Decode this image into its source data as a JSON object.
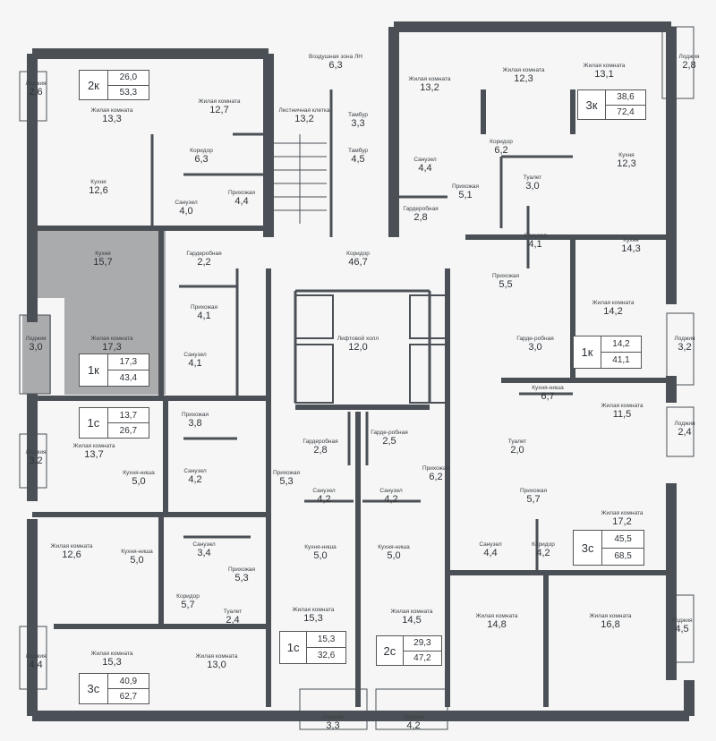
{
  "colors": {
    "wall": "#4b5056",
    "floor": "#ffffff",
    "highlight": "#a9abad",
    "background": "#f6f6f6"
  },
  "rooms": [
    {
      "name": "Лоджия",
      "area": "2,6"
    },
    {
      "name": "Жилая комната",
      "area": "13,3"
    },
    {
      "name": "Жилая комната",
      "area": "12,7"
    },
    {
      "name": "Коридор",
      "area": "6,3"
    },
    {
      "name": "Кухня",
      "area": "12,6"
    },
    {
      "name": "Санузел",
      "area": "4,0"
    },
    {
      "name": "Прихожая",
      "area": "4,4"
    },
    {
      "name": "Воздушная зона ЛН",
      "area": "6,3"
    },
    {
      "name": "Лестничная клетка",
      "area": "13,2"
    },
    {
      "name": "Тамбур",
      "area": "3,3"
    },
    {
      "name": "Тамбур",
      "area": "4,5"
    },
    {
      "name": "Коридор",
      "area": "46,7"
    },
    {
      "name": "Лифтовой холл",
      "area": "12,0"
    },
    {
      "name": "Жилая комната",
      "area": "13,2"
    },
    {
      "name": "Жилая комната",
      "area": "12,3"
    },
    {
      "name": "Жилая комната",
      "area": "13,1"
    },
    {
      "name": "Лоджия",
      "area": "2,8"
    },
    {
      "name": "Коридор",
      "area": "6,2"
    },
    {
      "name": "Санузел",
      "area": "4,4"
    },
    {
      "name": "Прихожая",
      "area": "5,1"
    },
    {
      "name": "Туалет",
      "area": "3,0"
    },
    {
      "name": "Кухня",
      "area": "12,3"
    },
    {
      "name": "Гардеробная",
      "area": "2,8"
    },
    {
      "name": "Санузел",
      "area": "4,1"
    },
    {
      "name": "Кухня",
      "area": "14,3"
    },
    {
      "name": "Прихожая",
      "area": "5,5"
    },
    {
      "name": "Жилая комната",
      "area": "14,2"
    },
    {
      "name": "Гарде-робная",
      "area": "3,0"
    },
    {
      "name": "Лоджия",
      "area": "3,2"
    },
    {
      "name": "Кухня",
      "area": "15,7"
    },
    {
      "name": "Гардеробная",
      "area": "2,2"
    },
    {
      "name": "Прихожая",
      "area": "4,1"
    },
    {
      "name": "Жилая комната",
      "area": "17,3"
    },
    {
      "name": "Санузел",
      "area": "4,1"
    },
    {
      "name": "Лоджия",
      "area": "3,0"
    },
    {
      "name": "Прихожая",
      "area": "3,8"
    },
    {
      "name": "Жилая комната",
      "area": "13,7"
    },
    {
      "name": "Кухня-ниша",
      "area": "5,0"
    },
    {
      "name": "Санузел",
      "area": "4,2"
    },
    {
      "name": "Лоджия",
      "area": "3,2"
    },
    {
      "name": "Жилая комната",
      "area": "12,6"
    },
    {
      "name": "Кухня-ниша",
      "area": "5,0"
    },
    {
      "name": "Санузел",
      "area": "3,4"
    },
    {
      "name": "Прихожая",
      "area": "5,3"
    },
    {
      "name": "Коридор",
      "area": "5,7"
    },
    {
      "name": "Туалет",
      "area": "2,4"
    },
    {
      "name": "Жилая комната",
      "area": "15,3"
    },
    {
      "name": "Жилая комната",
      "area": "13,0"
    },
    {
      "name": "Лоджия",
      "area": "4,4"
    },
    {
      "name": "Гардеробная",
      "area": "2,8"
    },
    {
      "name": "Гарде-робная",
      "area": "2,5"
    },
    {
      "name": "Прихожая",
      "area": "5,3"
    },
    {
      "name": "Прихожая",
      "area": "6,2"
    },
    {
      "name": "Санузел",
      "area": "4,2"
    },
    {
      "name": "Санузел",
      "area": "4,2"
    },
    {
      "name": "Кухня-ниша",
      "area": "5,0"
    },
    {
      "name": "Кухня-ниша",
      "area": "5,0"
    },
    {
      "name": "Жилая комната",
      "area": "15,3"
    },
    {
      "name": "Жилая комната",
      "area": "14,5"
    },
    {
      "name": "Лоджия",
      "area": "3,3"
    },
    {
      "name": "Лоджия",
      "area": "4,2"
    },
    {
      "name": "Кухня-ниша",
      "area": "6,7"
    },
    {
      "name": "Жилая комната",
      "area": "11,5"
    },
    {
      "name": "Туалет",
      "area": "2,0"
    },
    {
      "name": "Лоджия",
      "area": "2,4"
    },
    {
      "name": "Прихожая",
      "area": "5,7"
    },
    {
      "name": "Жилая комната",
      "area": "17,2"
    },
    {
      "name": "Санузел",
      "area": "4,4"
    },
    {
      "name": "Коридор",
      "area": "4,2"
    },
    {
      "name": "Жилая комната",
      "area": "14,8"
    },
    {
      "name": "Жилая комната",
      "area": "16,8"
    },
    {
      "name": "Лоджия",
      "area": "4,5"
    }
  ],
  "apartments": [
    {
      "type": "2к",
      "living": "26,0",
      "total": "53,3"
    },
    {
      "type": "3к",
      "living": "38,6",
      "total": "72,4"
    },
    {
      "type": "1к",
      "living": "14,2",
      "total": "41,1"
    },
    {
      "type": "1к",
      "living": "17,3",
      "total": "43,4"
    },
    {
      "type": "1с",
      "living": "13,7",
      "total": "26,7"
    },
    {
      "type": "3с",
      "living": "40,9",
      "total": "62,7"
    },
    {
      "type": "1с",
      "living": "15,3",
      "total": "32,6"
    },
    {
      "type": "2с",
      "living": "29,3",
      "total": "47,2"
    },
    {
      "type": "3с",
      "living": "45,5",
      "total": "68,5"
    }
  ]
}
